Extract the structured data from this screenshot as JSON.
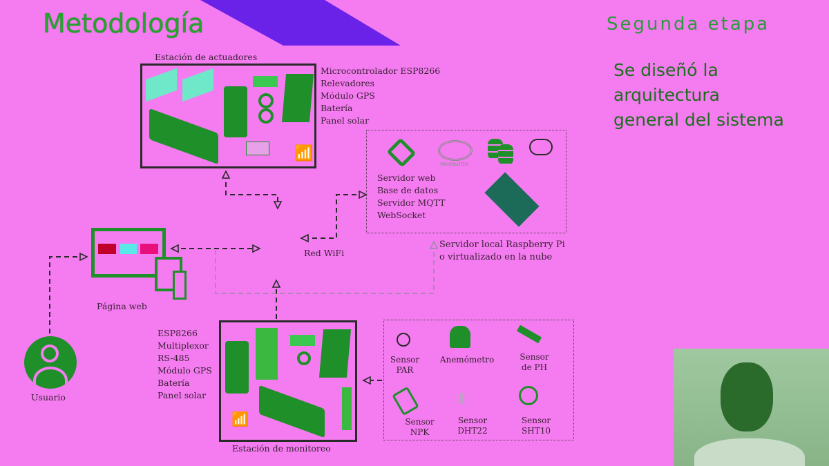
{
  "slide": {
    "title": "Metodología",
    "subtitle": "Segunda etapa",
    "description": [
      "Se diseñó la",
      "arquitectura",
      "general del sistema"
    ]
  },
  "actuator_station": {
    "label": "Estación de actuadores",
    "components": [
      "Microcontrolador ESP8266",
      "Relevadores",
      "Módulo GPS",
      "Batería",
      "Panel solar"
    ]
  },
  "server": {
    "services": [
      "Servidor web",
      "Base de datos",
      "Servidor MQTT",
      "WebSocket"
    ],
    "mosquitto_logo": "mosquitto",
    "caption": [
      "Servidor local Raspberry Pi",
      "o virtualizado en la nube"
    ]
  },
  "network": {
    "label": "Red WiFi"
  },
  "web": {
    "label": "Página web"
  },
  "user": {
    "label": "Usuario"
  },
  "monitor_station": {
    "label": "Estación de monitoreo",
    "components": [
      "ESP8266",
      "Multiplexor",
      "RS-485",
      "Módulo GPS",
      "Batería",
      "Panel solar"
    ]
  },
  "sensors": [
    {
      "line1": "Sensor",
      "line2": "PAR"
    },
    {
      "line1": "Anemómetro",
      "line2": ""
    },
    {
      "line1": "Sensor",
      "line2": "de PH"
    },
    {
      "line1": "Sensor",
      "line2": "NPK"
    },
    {
      "line1": "Sensor",
      "line2": "DHT22"
    },
    {
      "line1": "Sensor",
      "line2": "SHT10"
    }
  ],
  "colors": {
    "background": "#f47cf0",
    "accent": "#6a22e8",
    "green": "#1f8f2a"
  }
}
